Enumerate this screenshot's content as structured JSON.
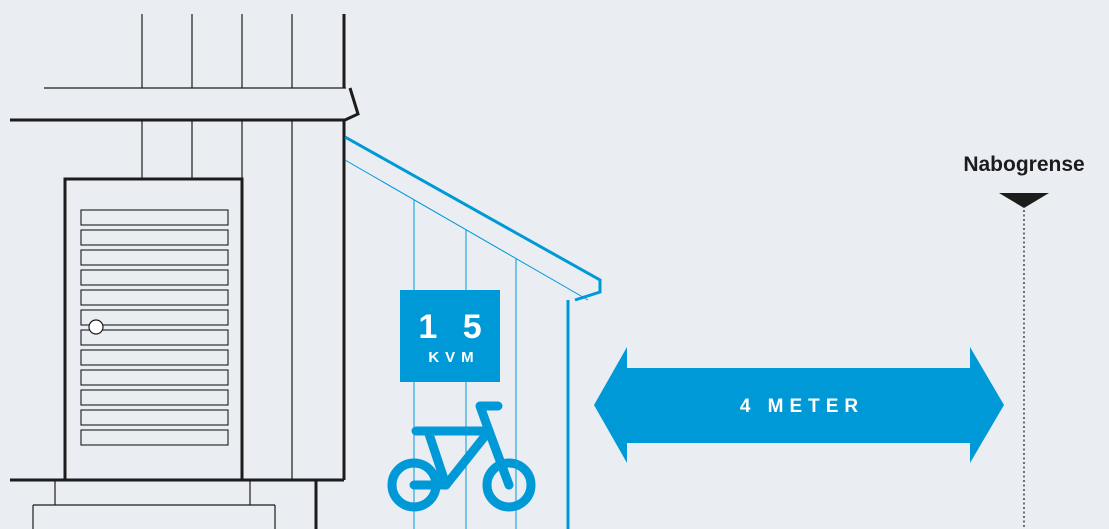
{
  "area_sign": {
    "value": "1 5",
    "unit": "KVM"
  },
  "distance_arrow": {
    "label": "4 METER"
  },
  "boundary": {
    "label": "Nabogrense"
  },
  "icons": {
    "bicycle": "bicycle-icon",
    "boundary_marker": "triangle-down-icon"
  },
  "colors": {
    "background": "#eaedf2",
    "accent": "#0099d8",
    "outline": "#1c1c1c",
    "text_on_accent": "#ffffff"
  }
}
